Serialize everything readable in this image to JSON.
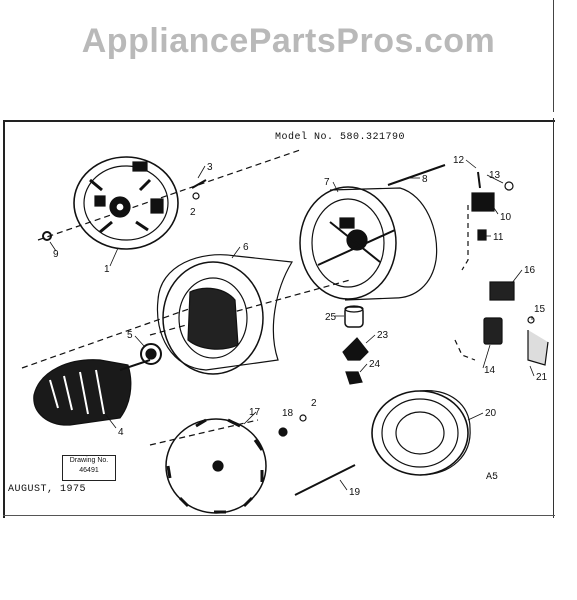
{
  "watermark": "AppliancePartsPros.com",
  "model": "Model No. 580.321790",
  "date": "AUGUST, 1975",
  "drawing": {
    "line1": "Drawing No.",
    "line2": "46491"
  },
  "page_id": "A5",
  "callouts": [
    "1",
    "2",
    "3",
    "9",
    "4",
    "5",
    "6",
    "7",
    "8",
    "10",
    "11",
    "12",
    "13",
    "14",
    "15",
    "16",
    "17",
    "18",
    "2",
    "19",
    "20",
    "21",
    "23",
    "24",
    "25"
  ]
}
